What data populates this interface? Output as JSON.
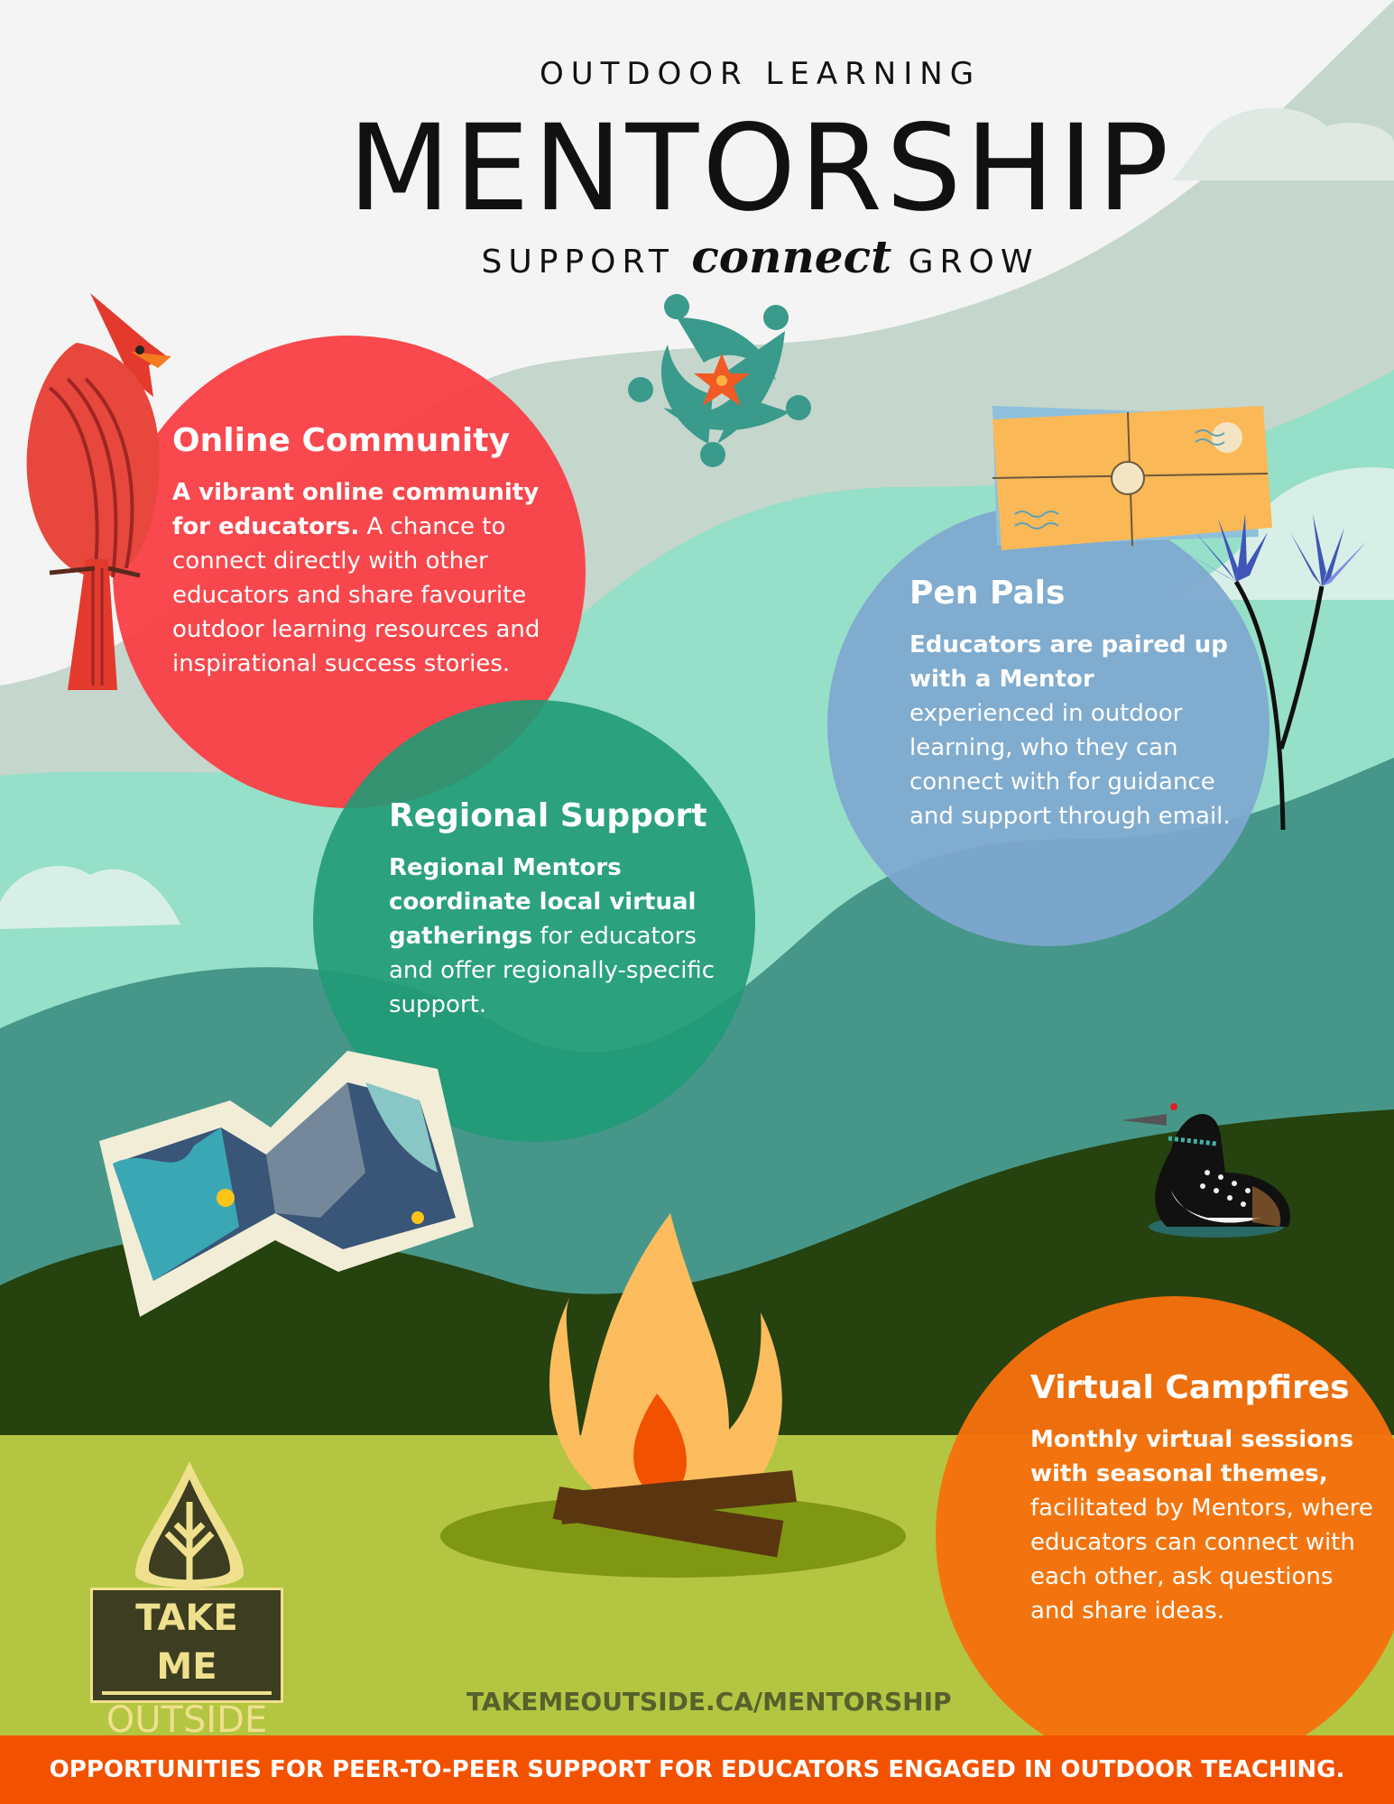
{
  "header": {
    "kicker": "OUTDOOR LEARNING",
    "title": "MENTORSHIP",
    "tagline_1": "SUPPORT",
    "tagline_2": "connect",
    "tagline_3": "GROW"
  },
  "cards": [
    {
      "title": "Online Community",
      "bold": "A vibrant online community for educators.",
      "text": " A chance to connect directly with other educators and share favourite outdoor learning resources and inspirational success stories.",
      "color": "#f94147"
    },
    {
      "title": "Regional Support",
      "bold": "Regional Mentors coordinate local virtual gatherings",
      "text": " for educators and offer regionally-specific support.",
      "color": "#23977a"
    },
    {
      "title": "Pen Pals",
      "bold": "Educators are paired up with a Mentor",
      "text": " experienced in outdoor learning, who they can connect with for guidance and support through email.",
      "color": "#7ea7cf"
    },
    {
      "title": "Virtual Campfires",
      "bold": "Monthly virtual sessions with seasonal themes,",
      "text": " facilitated by Mentors, where educators can connect with each other, ask questions and share ideas.",
      "color": "#f6700c"
    }
  ],
  "logo": {
    "line1": "TAKE ME",
    "line2": "OUTSIDE"
  },
  "footer": {
    "url": "TAKEMEOUTSIDE.CA/MENTORSHIP",
    "banner": "OPPORTUNITIES FOR PEER-TO-PEER SUPPORT FOR EDUCATORS ENGAGED IN OUTDOOR TEACHING."
  },
  "colors": {
    "sage": "#c5d6cc",
    "mint": "#96dfc8",
    "teal": "#46978a",
    "forest": "#25420f",
    "lime": "#b4c542",
    "banner": "#f25200"
  }
}
